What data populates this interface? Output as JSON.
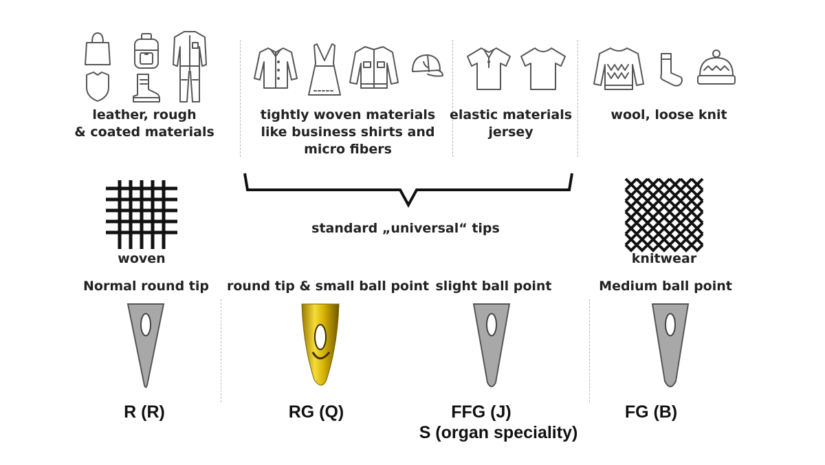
{
  "materials": {
    "rough": "leather, rough\n& coated materials",
    "woven": "tightly woven materials\nlike business shirts and\nmicro fibers",
    "elastic": "elastic materials\njersey",
    "wool": "wool, loose knit"
  },
  "bracket_label": "standard „universal“ tips",
  "fabrics": {
    "woven": "woven",
    "knitwear": "knitwear"
  },
  "tips": {
    "normal_round": "Normal round tip",
    "round_small_ball": "round tip & small ball point",
    "slight_ball": "slight ball point",
    "medium_ball": "Medium ball point"
  },
  "codes": {
    "r": "R (R)",
    "rg": "RG (Q)",
    "ffg": "FFG (J)",
    "s": "S (organ speciality)",
    "fg": "FG (B)"
  },
  "icons": [
    "bag-icon",
    "backpack-icon",
    "coverall-icon",
    "badge-icon",
    "boot-icon",
    "dress-shirt-icon",
    "dress-icon",
    "jacket-icon",
    "cap-icon",
    "polo-shirt-icon",
    "tshirt-icon",
    "sweater-icon",
    "sock-icon",
    "beanie-icon",
    "woven-pattern-icon",
    "knit-pattern-icon",
    "needle-icon"
  ],
  "colors": {
    "needle_gray": "#a8a8a8",
    "needle_gold": "#d4b000",
    "text": "#222222"
  }
}
